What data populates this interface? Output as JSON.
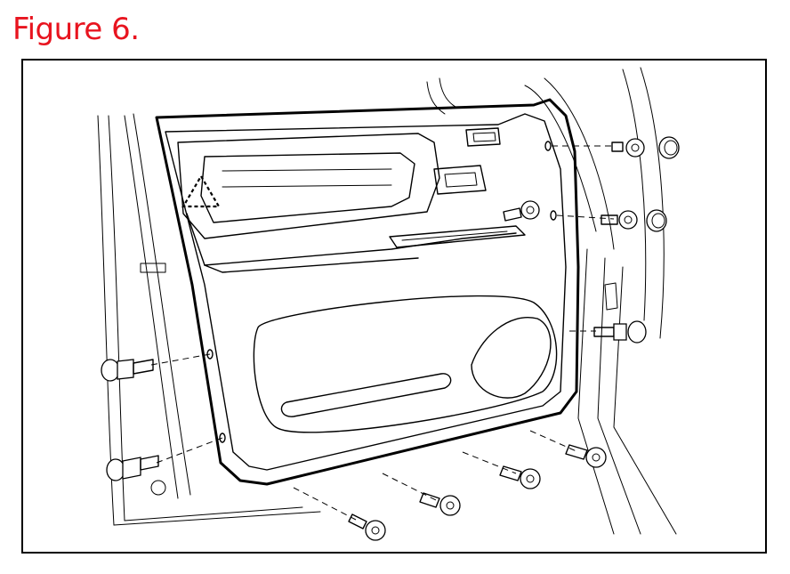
{
  "figure": {
    "title": "Figure 6.",
    "title_color": "#e8141f",
    "border_color": "#000000",
    "subject": "door-trim-panel-icon"
  },
  "callouts": {
    "clip_count": 3,
    "screw_count": 7,
    "cap_count": 2
  }
}
